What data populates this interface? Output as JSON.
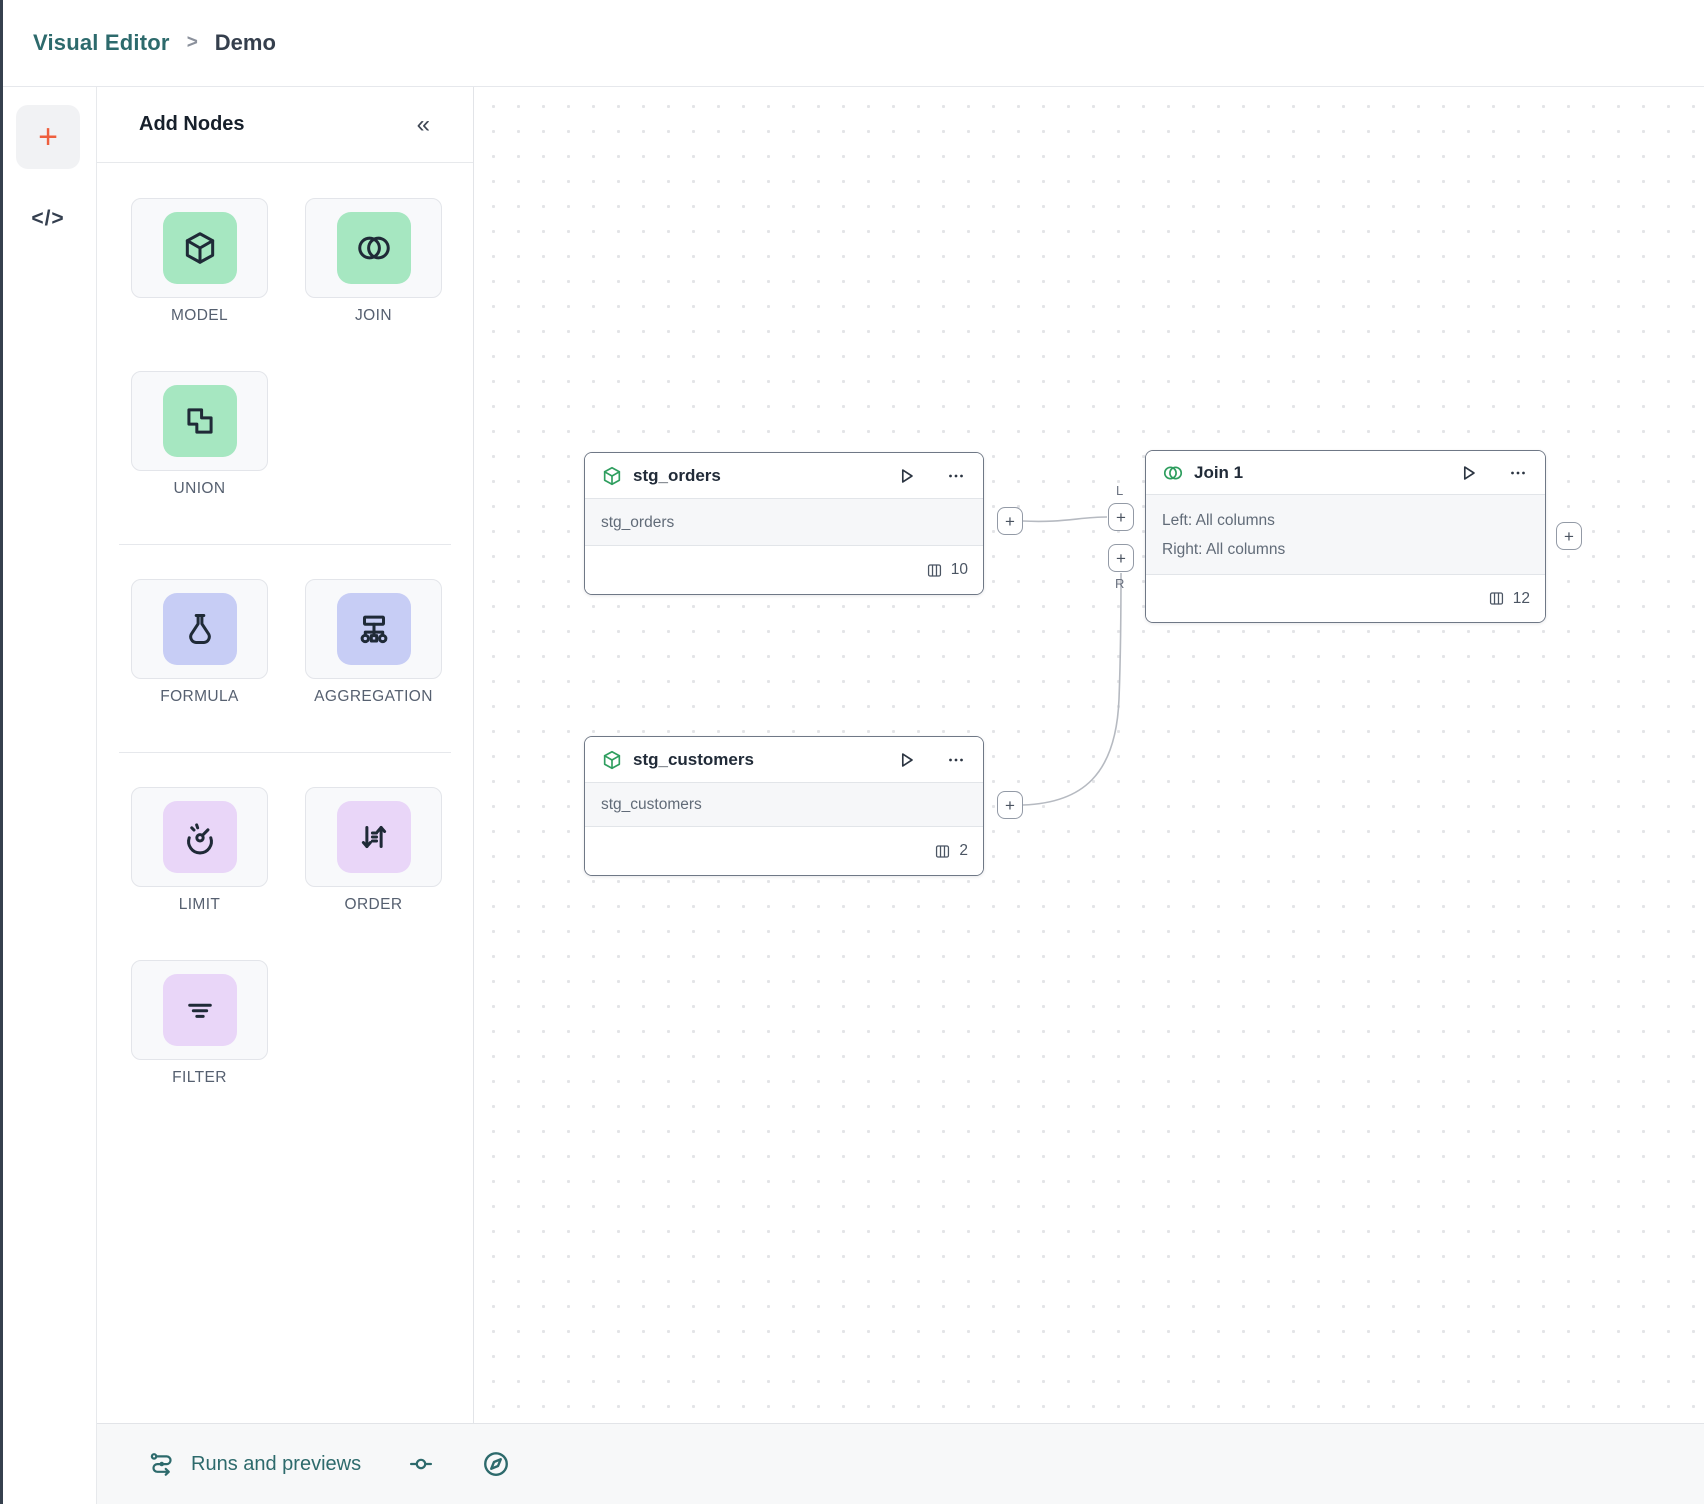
{
  "breadcrumb": {
    "app": "Visual Editor",
    "separator": ">",
    "page": "Demo"
  },
  "rail": {
    "add_label": "+",
    "code_label": "</>"
  },
  "panel": {
    "title": "Add Nodes",
    "collapse": "«",
    "groups": [
      {
        "tiles": [
          {
            "label": "MODEL",
            "icon": "cube-icon",
            "tint": "#a6e7c1"
          },
          {
            "label": "JOIN",
            "icon": "join-circles-icon",
            "tint": "#a6e7c1"
          },
          {
            "label": "UNION",
            "icon": "union-shape-icon",
            "tint": "#a6e7c1"
          }
        ]
      },
      {
        "tiles": [
          {
            "label": "FORMULA",
            "icon": "flask-icon",
            "tint": "#c7cdf5"
          },
          {
            "label": "AGGREGATION",
            "icon": "sitemap-icon",
            "tint": "#c7cdf5"
          }
        ]
      },
      {
        "tiles": [
          {
            "label": "LIMIT",
            "icon": "gauge-icon",
            "tint": "#e9d6f8"
          },
          {
            "label": "ORDER",
            "icon": "sort-arrows-icon",
            "tint": "#e9d6f8"
          },
          {
            "label": "FILTER",
            "icon": "filter-lines-icon",
            "tint": "#e9d6f8"
          }
        ]
      }
    ]
  },
  "canvas": {
    "port_plus": "+",
    "port_labels": {
      "left": "L",
      "right": "R"
    },
    "nodes": [
      {
        "title": "stg_orders",
        "rows": [
          "stg_orders"
        ],
        "column_count": "10"
      },
      {
        "title": "Join 1",
        "rows": [
          "Left: All columns",
          "Right: All columns"
        ],
        "column_count": "12"
      },
      {
        "title": "stg_customers",
        "rows": [
          "stg_customers"
        ],
        "column_count": "2"
      }
    ]
  },
  "bottom_bar": {
    "runs_label": "Runs and previews"
  },
  "colors": {
    "accent_teal": "#2d6a6c",
    "accent_orange": "#ee5f3e",
    "node_icon_green": "#2f9e5f",
    "tile_green": "#a6e7c1",
    "tile_blue": "#c7cdf5",
    "tile_purple": "#e9d6f8"
  }
}
